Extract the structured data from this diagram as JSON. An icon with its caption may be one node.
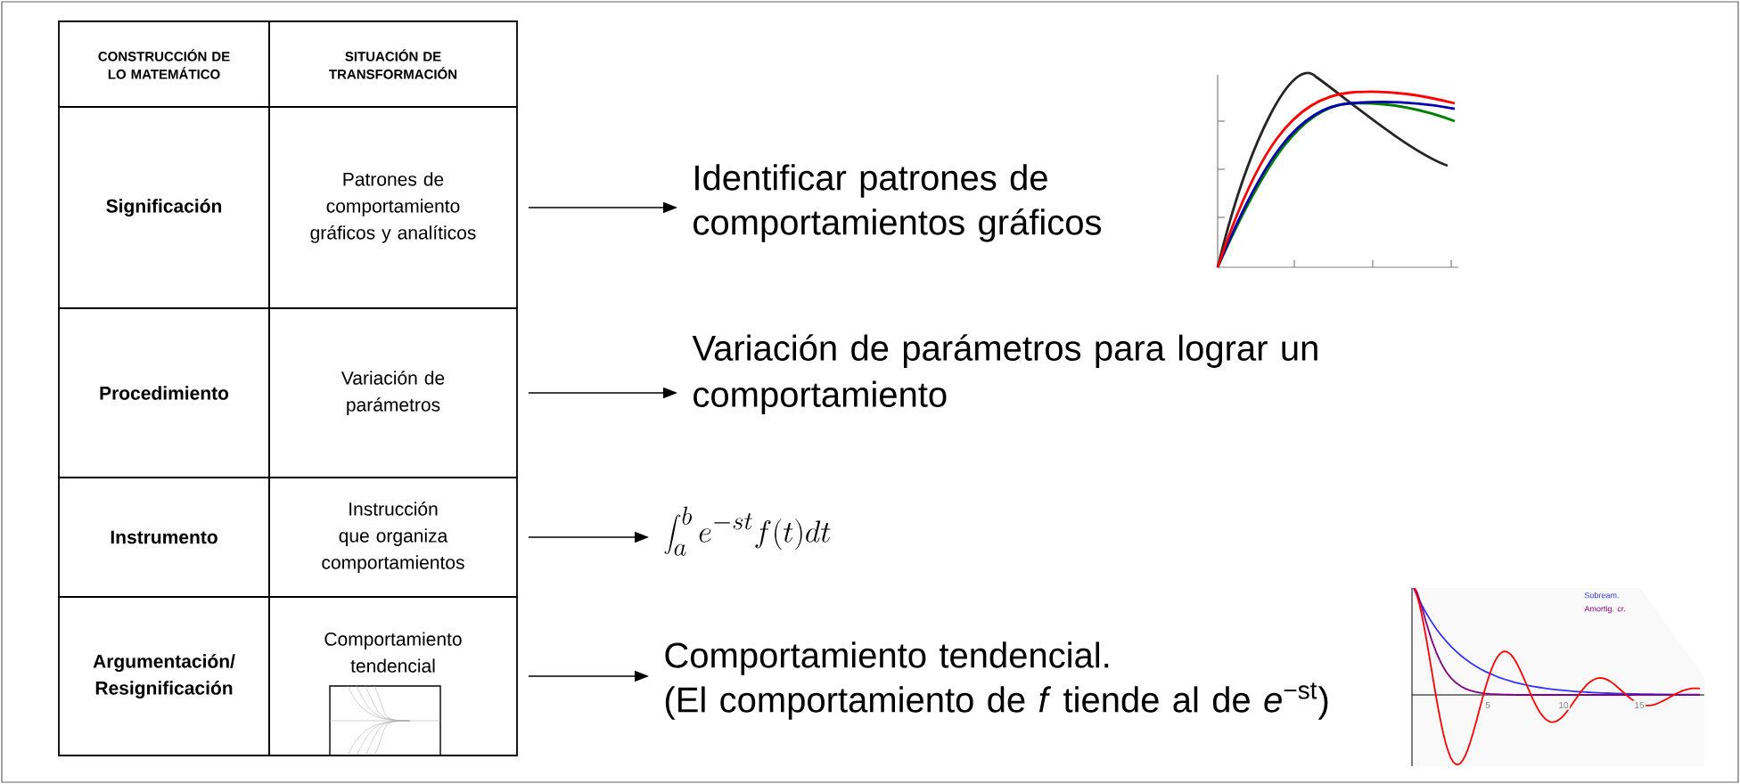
{
  "diagram": {
    "nodes": [
      {
        "text": [
          "CONSTRUCCIÓN DE LO MATEMÁTICO"
        ]
      },
      {
        "text": [
          "SITUACIÓN DE TRANSFORMACIÓN"
        ]
      },
      {
        "text": [
          "Significación"
        ]
      },
      {
        "text": [
          "Patrones de comportamiento gráficos y analíticos"
        ]
      },
      {
        "text": [
          "Identificar patrones de comportamientos gráficos"
        ]
      },
      {
        "text": [
          "Procedimiento"
        ]
      },
      {
        "text": [
          "Variación de parámetros"
        ]
      },
      {
        "text": [
          "Variación de parámetros para lograr un comportamiento"
        ]
      },
      {
        "text": [
          "Instrumento"
        ]
      },
      {
        "text": [
          "Instrucción que organiza comportamientos"
        ]
      },
      {
        "text": [
          "\\int_a^b e^{-st}f(t)dt"
        ]
      },
      {
        "text": [
          "Argumentación/ Resignificación"
        ]
      },
      {
        "text": [
          "Comportamiento tendencial"
        ]
      },
      {
        "text": [
          "Comportamiento tendencial.",
          "(El comportamiento de *f* tiende al de *e*$^{−st}$)"
        ]
      }
    ],
    "edges": [
      {
        "from": 3,
        "to": 4,
        "arrow": "to"
      },
      {
        "from": 6,
        "to": 7,
        "arrow": "to"
      },
      {
        "from": 9,
        "to": 10,
        "arrow": "to"
      },
      {
        "from": 12,
        "to": 13,
        "arrow": "to"
      }
    ],
    "labels": [
      "Sobream.",
      "Amortig. cr.",
      "5",
      "10",
      "15"
    ]
  }
}
